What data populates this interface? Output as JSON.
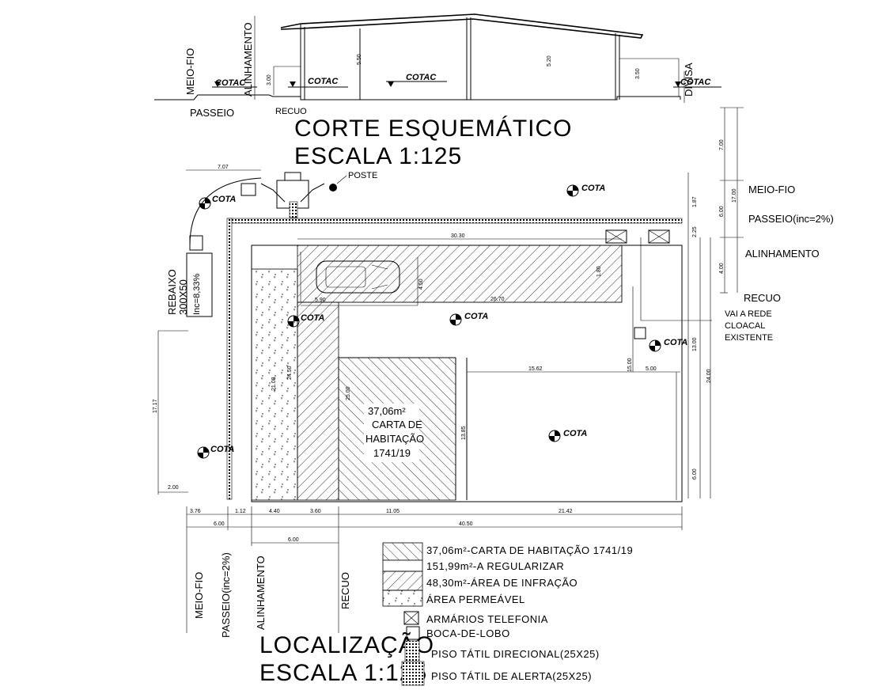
{
  "section": {
    "title": "CORTE ESQUEMÁTICO",
    "scale": "ESCALA 1:125",
    "labels": {
      "meio_fio": "MEIO-FIO",
      "alinhamento": "ALINHAMENTO",
      "passeio": "PASSEIO",
      "recuo": "RECUO",
      "divisa": "DIVISA"
    },
    "cotac": "COTAC",
    "heights": [
      "3.00",
      "5.50",
      "5.20",
      "3.50"
    ]
  },
  "plan": {
    "title": "LOCALIZAÇÃO",
    "scale": "ESCALA 1:125",
    "poste": "POSTE",
    "cota": "COTA",
    "rebaixo": [
      "REBAIXO",
      "300X50",
      "Inc=8,33%"
    ],
    "right_labels": {
      "meio_fio": "MEIO-FIO",
      "passeio": "PASSEIO(inc=2%)",
      "alinhamento": "ALINHAMENTO",
      "recuo": "RECUO",
      "rede": [
        "VAI A REDE",
        "CLOACAL",
        "EXISTENTE"
      ]
    },
    "bottom_labels": {
      "meio_fio": "MEIO-FIO",
      "passeio": "PASSEIO(inc=2%)",
      "alinhamento": "ALINHAMENTO",
      "recuo": "RECUO"
    },
    "habitacao": [
      "37,06m²",
      "CARTA DE",
      "HABITAÇÃO",
      "1741/19"
    ],
    "dims": {
      "top": "7.07",
      "d3030": "30.30",
      "d2670": "26.70",
      "d1562": "15.62",
      "d500": "5.00",
      "d590": "5.90",
      "d450": "4.50",
      "d1717": "17.17",
      "d200": "2.00",
      "d700": "7.00",
      "d1700": "17.00",
      "d600": "6.00",
      "d187": "1.87",
      "d225": "2.25",
      "d400": "4.00",
      "d1300": "13.00",
      "d2400": "24.00",
      "d1500": "15.00",
      "d600b": "6.00",
      "d1385": "13.85",
      "d2500": "25.00",
      "d2450": "24.50",
      "d2108": "21.08",
      "d180": "1.80",
      "row1": [
        "3.76",
        "1.12",
        "4.40",
        "3.60",
        "11.05",
        "21.42"
      ],
      "row2": [
        "6.00",
        "40.50"
      ],
      "row3": "6.00"
    }
  },
  "legend": [
    "37,06m²-CARTA DE HABITAÇÃO 1741/19",
    "151,99m²-A REGULARIZAR",
    "48,30m²-ÁREA DE INFRAÇÃO",
    "ÁREA PERMEÁVEL",
    "ARMÁRIOS TELEFONIA",
    "BOCA-DE-LOBO",
    "PISO TÁTIL DIRECIONAL(25X25)",
    "PISO TÁTIL DE ALERTA(25X25)"
  ]
}
